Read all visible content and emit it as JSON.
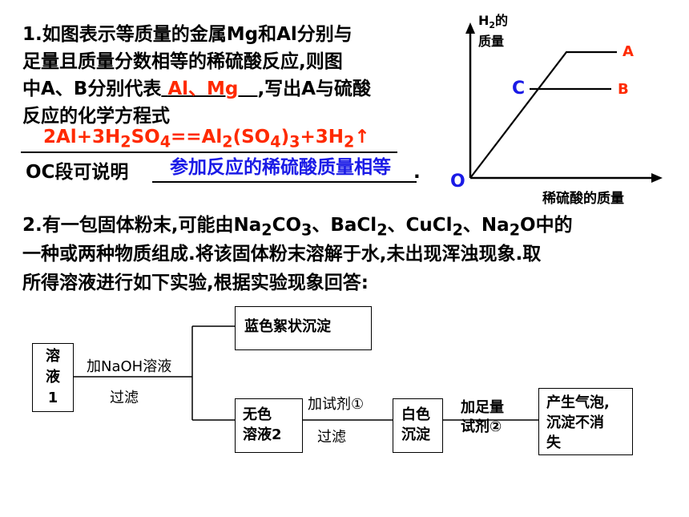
{
  "q1": {
    "line1": "1.如图表示等质量的金属Mg和Al分别与",
    "line2": "足量且质量分数相等的稀硫酸反应,则图",
    "line3_pre": "中A、B分别代表",
    "answer1": "Al、Mg",
    "line3_post": ",写出A与硫酸",
    "line4": "反应的化学方程式",
    "eq": {
      "p1": "2Al+3H",
      "s1": "2",
      "p2": "SO",
      "s2": "4",
      "p3": "==Al",
      "s3": "2",
      "p4": "(SO",
      "s4": "4",
      "p5": ")",
      "s5": "3",
      "p6": "+3H",
      "s6": "2",
      "p7": "↑"
    },
    "oc_pre": "OC段可说明",
    "answer2": "参加反应的稀硫酸质量相等",
    "oc_post": "."
  },
  "chart": {
    "ylabel_pre": "H",
    "ylabel_sub": "2",
    "ylabel_post": "的",
    "ylabel_line2": "质量",
    "xlabel": "稀硫酸的质量",
    "origin": "O",
    "point_c": "C",
    "series_a": "A",
    "series_b": "B",
    "accent_red": "#ff2a00",
    "accent_blue": "#1a1ae6"
  },
  "q2": {
    "l1": {
      "a": "2.有一包固体粉末,可能由Na",
      "s1": "2",
      "b": "CO",
      "s2": "3",
      "c": "、BaCl",
      "s3": "2",
      "d": "、CuCl",
      "s4": "2",
      "e": "、Na",
      "s5": "2",
      "f": "O中的"
    },
    "l2": "一种或两种物质组成.将该固体粉末溶解于水,未出现浑浊现象.取",
    "l3": "所得溶液进行如下实验,根据实验现象回答:"
  },
  "flow": {
    "solution1": [
      "溶",
      "液",
      "1"
    ],
    "step1_top": "加NaOH溶液",
    "step1_bottom": "过滤",
    "blue_precipitate": "蓝色絮状沉淀",
    "colorless_solution": [
      "无色",
      "溶液2"
    ],
    "step2_top": "加试剂①",
    "step2_bottom": "过滤",
    "white_precipitate": [
      "白色",
      "沉淀"
    ],
    "step3_top": [
      "加足量",
      "试剂②"
    ],
    "result": [
      "产生气泡,",
      "沉淀不消",
      "失"
    ]
  }
}
